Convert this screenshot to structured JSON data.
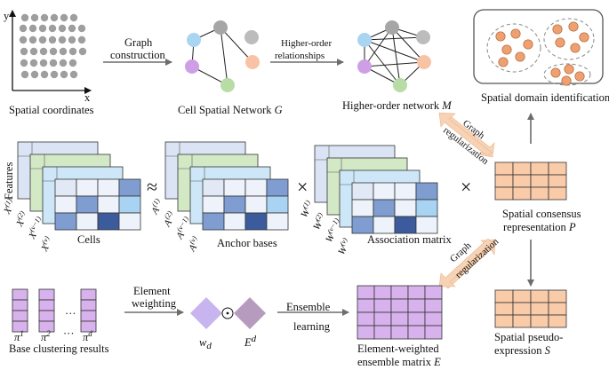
{
  "axes": {
    "x": "x",
    "y": "y"
  },
  "labels": {
    "spatial_coords": "Spatial coordinates",
    "graph_construction_1": "Graph",
    "graph_construction_2": "construction",
    "cell_network": "Cell Spatial Network ",
    "cell_network_sym": "G",
    "higher_order_1": "Higher-order",
    "higher_order_2": "relationships",
    "higher_network": "Higher-order network ",
    "higher_network_sym": "M",
    "spatial_domain": "Spatial domain identification",
    "graph_reg_a1": "Graph",
    "graph_reg_a2": "regularization",
    "graph_reg_b1": "Graph",
    "graph_reg_b2": "regularization",
    "features": "Features",
    "approx": "≈",
    "times1": "×",
    "times2": "×",
    "cells": "Cells",
    "anchor_bases": "Anchor bases",
    "association_matrix": "Association matrix",
    "consensus_1": "Spatial consensus",
    "consensus_2": "representation ",
    "consensus_sym": "P",
    "base_clustering": "Base clustering results",
    "element_weighting_1": "Element",
    "element_weighting_2": "weighting",
    "odot": "⊙",
    "wd": "w",
    "wd_sub": "d",
    "ed": "E",
    "ed_sup": "d",
    "ensemble_1": "Ensemble",
    "ensemble_2": "learning",
    "ew_matrix_1": "Element-weighted",
    "ew_matrix_2": "ensemble matrix ",
    "ew_matrix_sym": "E",
    "pseudo_1": "Spatial pseudo-",
    "pseudo_2": "expression ",
    "pseudo_sym": "S",
    "ellipsis": "…",
    "dots": "···"
  },
  "x_stack": [
    {
      "base": "X",
      "sup": "(1)"
    },
    {
      "base": "X",
      "sup": "(2)"
    },
    {
      "base": "X",
      "sup": "(v−1)"
    },
    {
      "base": "X",
      "sup": "(v)"
    }
  ],
  "a_stack": [
    {
      "base": "A",
      "sup": "(1)"
    },
    {
      "base": "A",
      "sup": "(2)"
    },
    {
      "base": "A",
      "sup": "(v−1)"
    },
    {
      "base": "A",
      "sup": "(v)"
    }
  ],
  "w_stack": [
    {
      "base": "W",
      "sup": "(1)"
    },
    {
      "base": "W",
      "sup": "(2)"
    },
    {
      "base": "W",
      "sup": "(v−1)"
    },
    {
      "base": "W",
      "sup": "(v)"
    }
  ],
  "pi_labels": [
    {
      "base": "π",
      "sup": "1"
    },
    {
      "base": "π",
      "sup": "2"
    },
    {
      "base": "π",
      "sup": "d"
    }
  ],
  "colors": {
    "node_blue": "#a9d4f2",
    "node_gray": "#a6a6a6",
    "node_orange": "#f8c3a4",
    "node_purple": "#cf9fe6",
    "node_green": "#b8dca5",
    "layer_blue": "#dbe4f5",
    "layer_green": "#d3e9c6",
    "layer_cyan": "#cde7f8",
    "cell_dark": "#3c5b9c",
    "cell_mid": "#7f9dd1",
    "cell_light": "#a9d3f3",
    "orange_grid": "#f9cba9",
    "purple_grid": "#d7b2ec",
    "reg_arrow": "#f7d2b4",
    "diamond_1": "#c8b4ee",
    "diamond_2": "#b69bbf",
    "domain_dot": "#f0a070"
  }
}
